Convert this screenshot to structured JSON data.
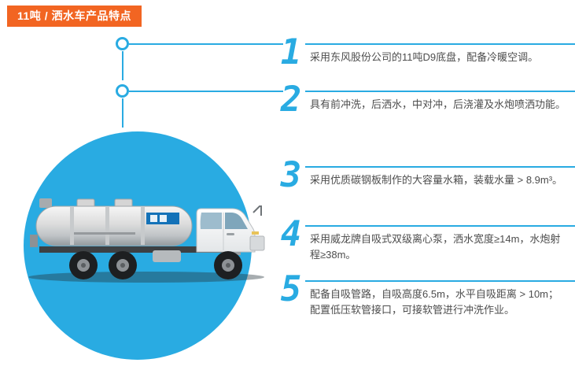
{
  "banner": {
    "title": "11吨 / 洒水车产品特点"
  },
  "colors": {
    "accent_blue": "#29ABE2",
    "banner_orange": "#F26522",
    "body_text": "#4D4D4D"
  },
  "illustration": {
    "icon": "sprinkler-truck-illustration"
  },
  "features": [
    {
      "num": "1",
      "text": "采用东风股份公司的11吨D9底盘，配备冷暖空调。"
    },
    {
      "num": "2",
      "text": "具有前冲洗，后洒水，中对冲，后浇灌及水炮喷洒功能。"
    },
    {
      "num": "3",
      "text": "采用优质碳钢板制作的大容量水箱，装载水量 > 8.9m³。"
    },
    {
      "num": "4",
      "text": "采用威龙牌自吸式双级离心泵，洒水宽度≥14m，水炮射程≥38m。"
    },
    {
      "num": "5",
      "text": "配备自吸管路，自吸高度6.5m，水平自吸距离 > 10m；配置低压软管接口，可接软管进行冲洗作业。"
    }
  ]
}
